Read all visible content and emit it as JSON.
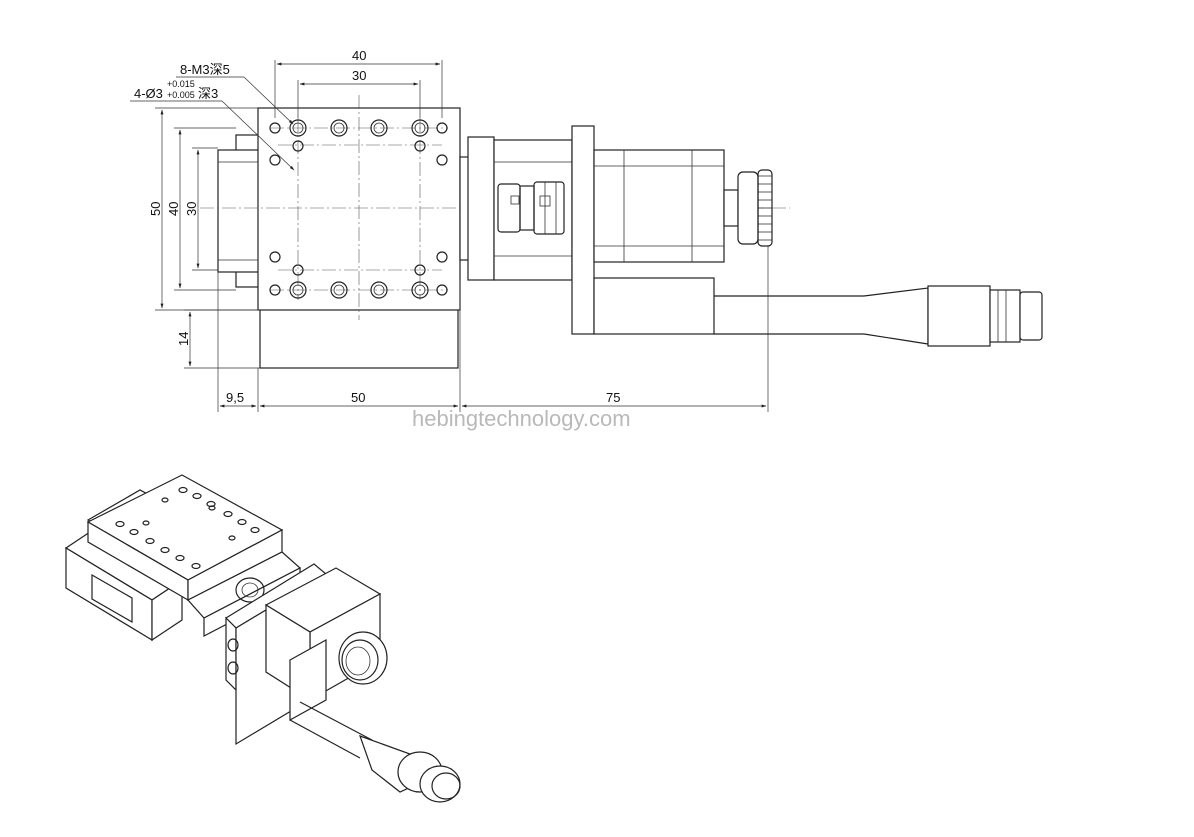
{
  "watermark": "hebingtechnology.com",
  "dimensions": {
    "top_outer": "40",
    "top_inner": "30",
    "left_outer": "50",
    "left_mid": "40",
    "left_inner": "30",
    "left_lower": "14",
    "bottom_left": "9,5",
    "bottom_mid": "50",
    "bottom_right": "75"
  },
  "callouts": {
    "threaded_holes": "8-M3深5",
    "pin_holes_prefix": "4-Ø3",
    "pin_holes_tol_upper": "+0.015",
    "pin_holes_tol_lower": "+0.005",
    "pin_holes_depth": "深3"
  }
}
